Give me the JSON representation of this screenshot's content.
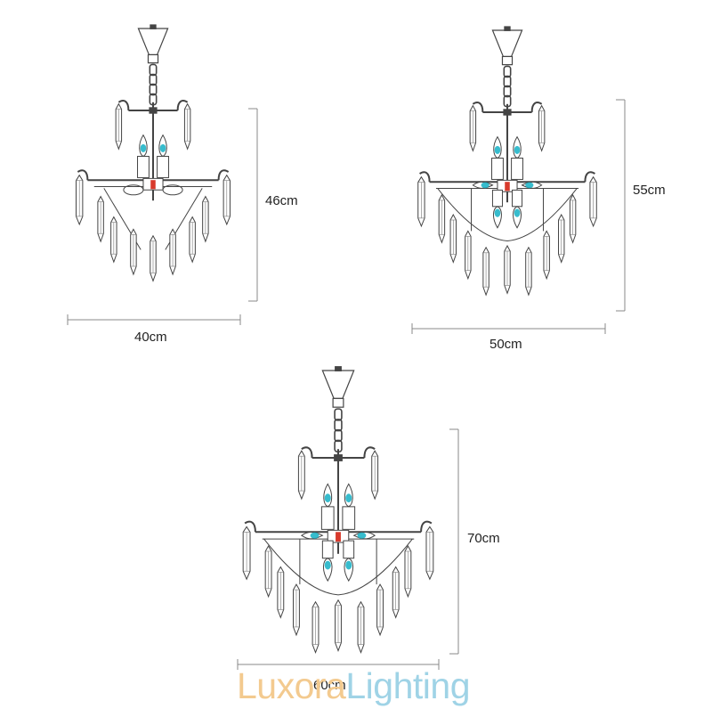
{
  "diagrams": [
    {
      "id": "small",
      "width_label": "40cm",
      "height_label": "46cm",
      "tiers": 1
    },
    {
      "id": "medium",
      "width_label": "50cm",
      "height_label": "55cm",
      "tiers": 2
    },
    {
      "id": "large",
      "width_label": "60cm",
      "height_label": "70cm",
      "tiers": 2
    }
  ],
  "brand": {
    "word1": "Luxora",
    "word2": "Lighting"
  },
  "colors": {
    "line": "#444444",
    "dimension_line": "#888888",
    "bulb_glow": "#21b5c8",
    "accent_red": "#d83a2c",
    "brand_word1": "#f3ca8f",
    "brand_word2": "#9fd3e6"
  }
}
